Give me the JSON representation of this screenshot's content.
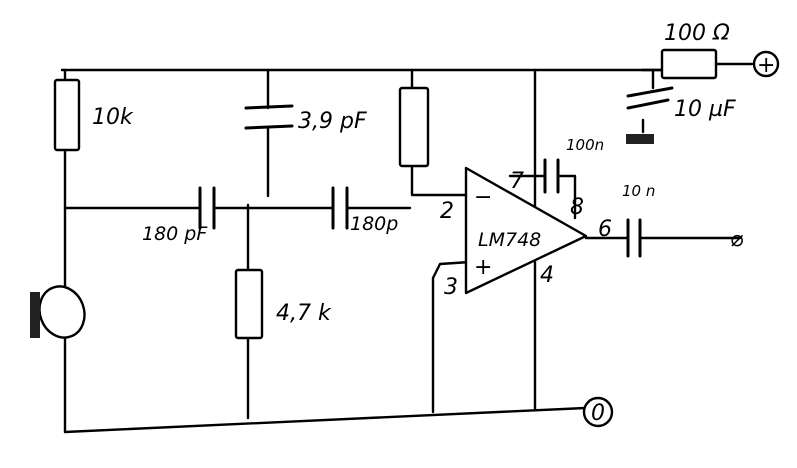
{
  "labels": {
    "r_top_left": "10k",
    "cap_top": "3,9 pF",
    "cap_left": "180 pF",
    "cap_right": "180p",
    "r_bottom": "4,7 k",
    "r_supply": "100 Ω",
    "cap_supply": "10 µF",
    "cap_decouple": "100n",
    "cap_output": "10 n",
    "opamp": "LM748",
    "pin_inverting": "2",
    "pin_noninverting": "3",
    "pin_7": "7",
    "pin_8": "8",
    "pin_6": "6",
    "pin_4": "4",
    "minus_sign": "−",
    "plus_sign": "+",
    "supply_plus": "+",
    "ground": "0",
    "output_terminal": "⌀"
  }
}
